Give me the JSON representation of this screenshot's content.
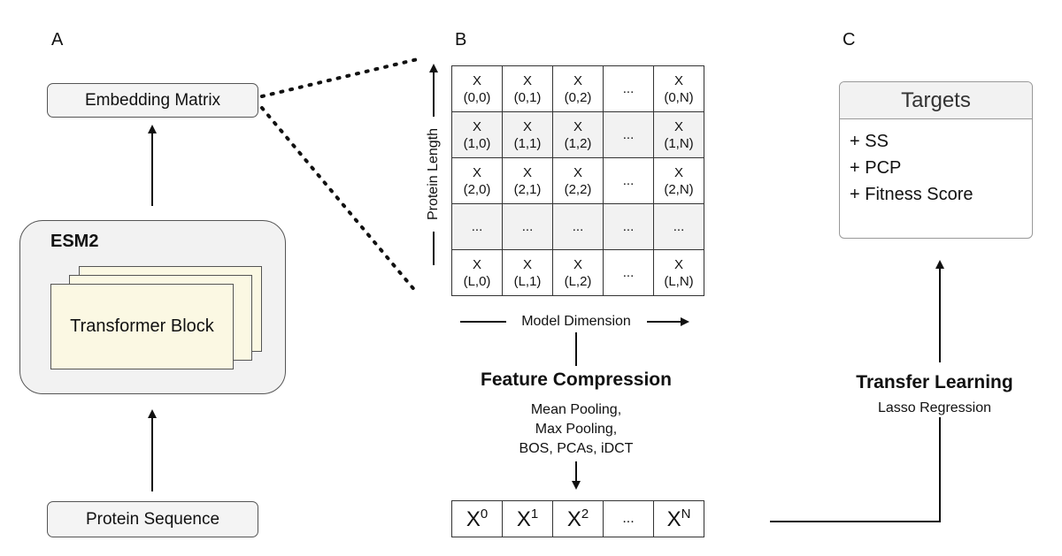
{
  "panels": {
    "a": {
      "letter": "A",
      "embedding_label": "Embedding Matrix",
      "esm2_title": "ESM2",
      "block_label": "Transformer Block",
      "sequence_label": "Protein Sequence"
    },
    "b": {
      "letter": "B",
      "matrix": {
        "rows": [
          [
            [
              "X",
              "(0,0)"
            ],
            [
              "X",
              "(0,1)"
            ],
            [
              "X",
              "(0,2)"
            ],
            [
              "...",
              ""
            ],
            [
              "X",
              "(0,N)"
            ]
          ],
          [
            [
              "X",
              "(1,0)"
            ],
            [
              "X",
              "(1,1)"
            ],
            [
              "X",
              "(1,2)"
            ],
            [
              "...",
              ""
            ],
            [
              "X",
              "(1,N)"
            ]
          ],
          [
            [
              "X",
              "(2,0)"
            ],
            [
              "X",
              "(2,1)"
            ],
            [
              "X",
              "(2,2)"
            ],
            [
              "...",
              ""
            ],
            [
              "X",
              "(2,N)"
            ]
          ],
          [
            [
              "...",
              ""
            ],
            [
              "...",
              ""
            ],
            [
              "...",
              ""
            ],
            [
              "...",
              ""
            ],
            [
              "...",
              ""
            ]
          ],
          [
            [
              "X",
              "(L,0)"
            ],
            [
              "X",
              "(L,1)"
            ],
            [
              "X",
              "(L,2)"
            ],
            [
              "...",
              ""
            ],
            [
              "X",
              "(L,N)"
            ]
          ]
        ]
      },
      "vertical_axis_label": "Protein Length",
      "horizontal_axis_label": "Model Dimension",
      "compression_title": "Feature Compression",
      "compression_methods": [
        "Mean Pooling,",
        "Max Pooling,",
        "BOS, PCAs, iDCT"
      ],
      "vector": [
        {
          "base": "X",
          "sup": "0"
        },
        {
          "base": "X",
          "sup": "1"
        },
        {
          "base": "X",
          "sup": "2"
        },
        {
          "base": "...",
          "sup": ""
        },
        {
          "base": "X",
          "sup": "N"
        }
      ]
    },
    "c": {
      "letter": "C",
      "targets_title": "Targets",
      "targets": [
        "+ SS",
        "+ PCP",
        "+ Fitness Score"
      ],
      "transfer_title": "Transfer Learning",
      "transfer_method": "Lasso Regression"
    }
  }
}
